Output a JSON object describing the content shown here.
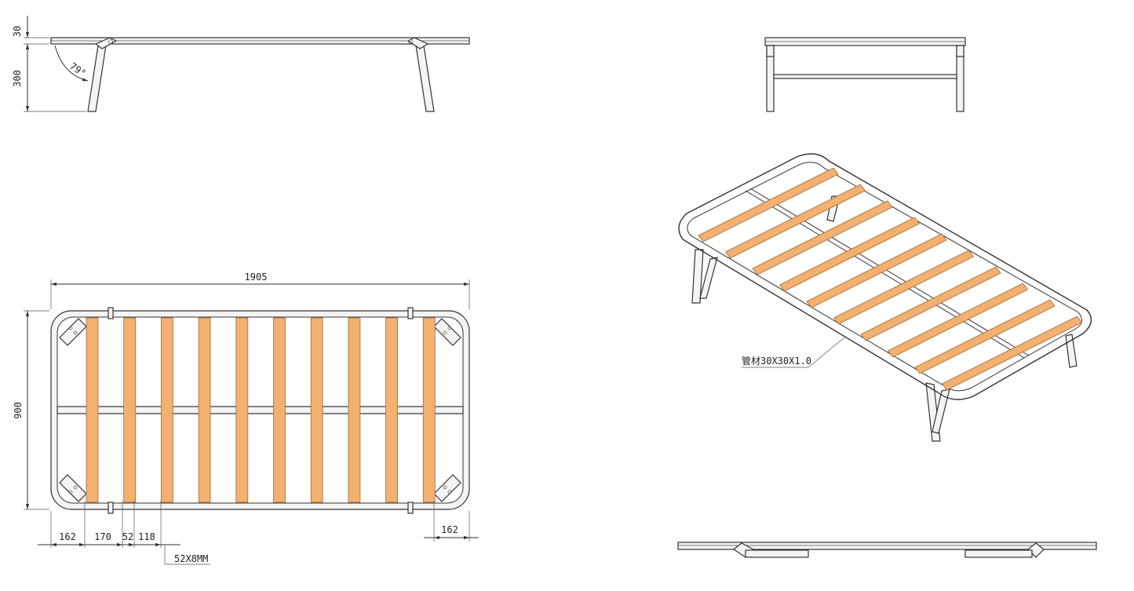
{
  "colors": {
    "line": "#333333",
    "frame_fill": "#f4f4f4",
    "slat_fill": "#f2b071",
    "slat_stroke": "#a36b2e"
  },
  "side_view": {
    "dim_top": "30",
    "dim_height": "300",
    "angle": "79°"
  },
  "top_view": {
    "dim_length": "1905",
    "dim_width": "900",
    "slat_count": 10,
    "dim_bottom": [
      "162",
      "170",
      "52",
      "118"
    ],
    "dim_right": "162",
    "slat_callout": "52X8MM"
  },
  "iso_view": {
    "slat_count": 10,
    "tube_callout": "管材30X30X1.0"
  }
}
